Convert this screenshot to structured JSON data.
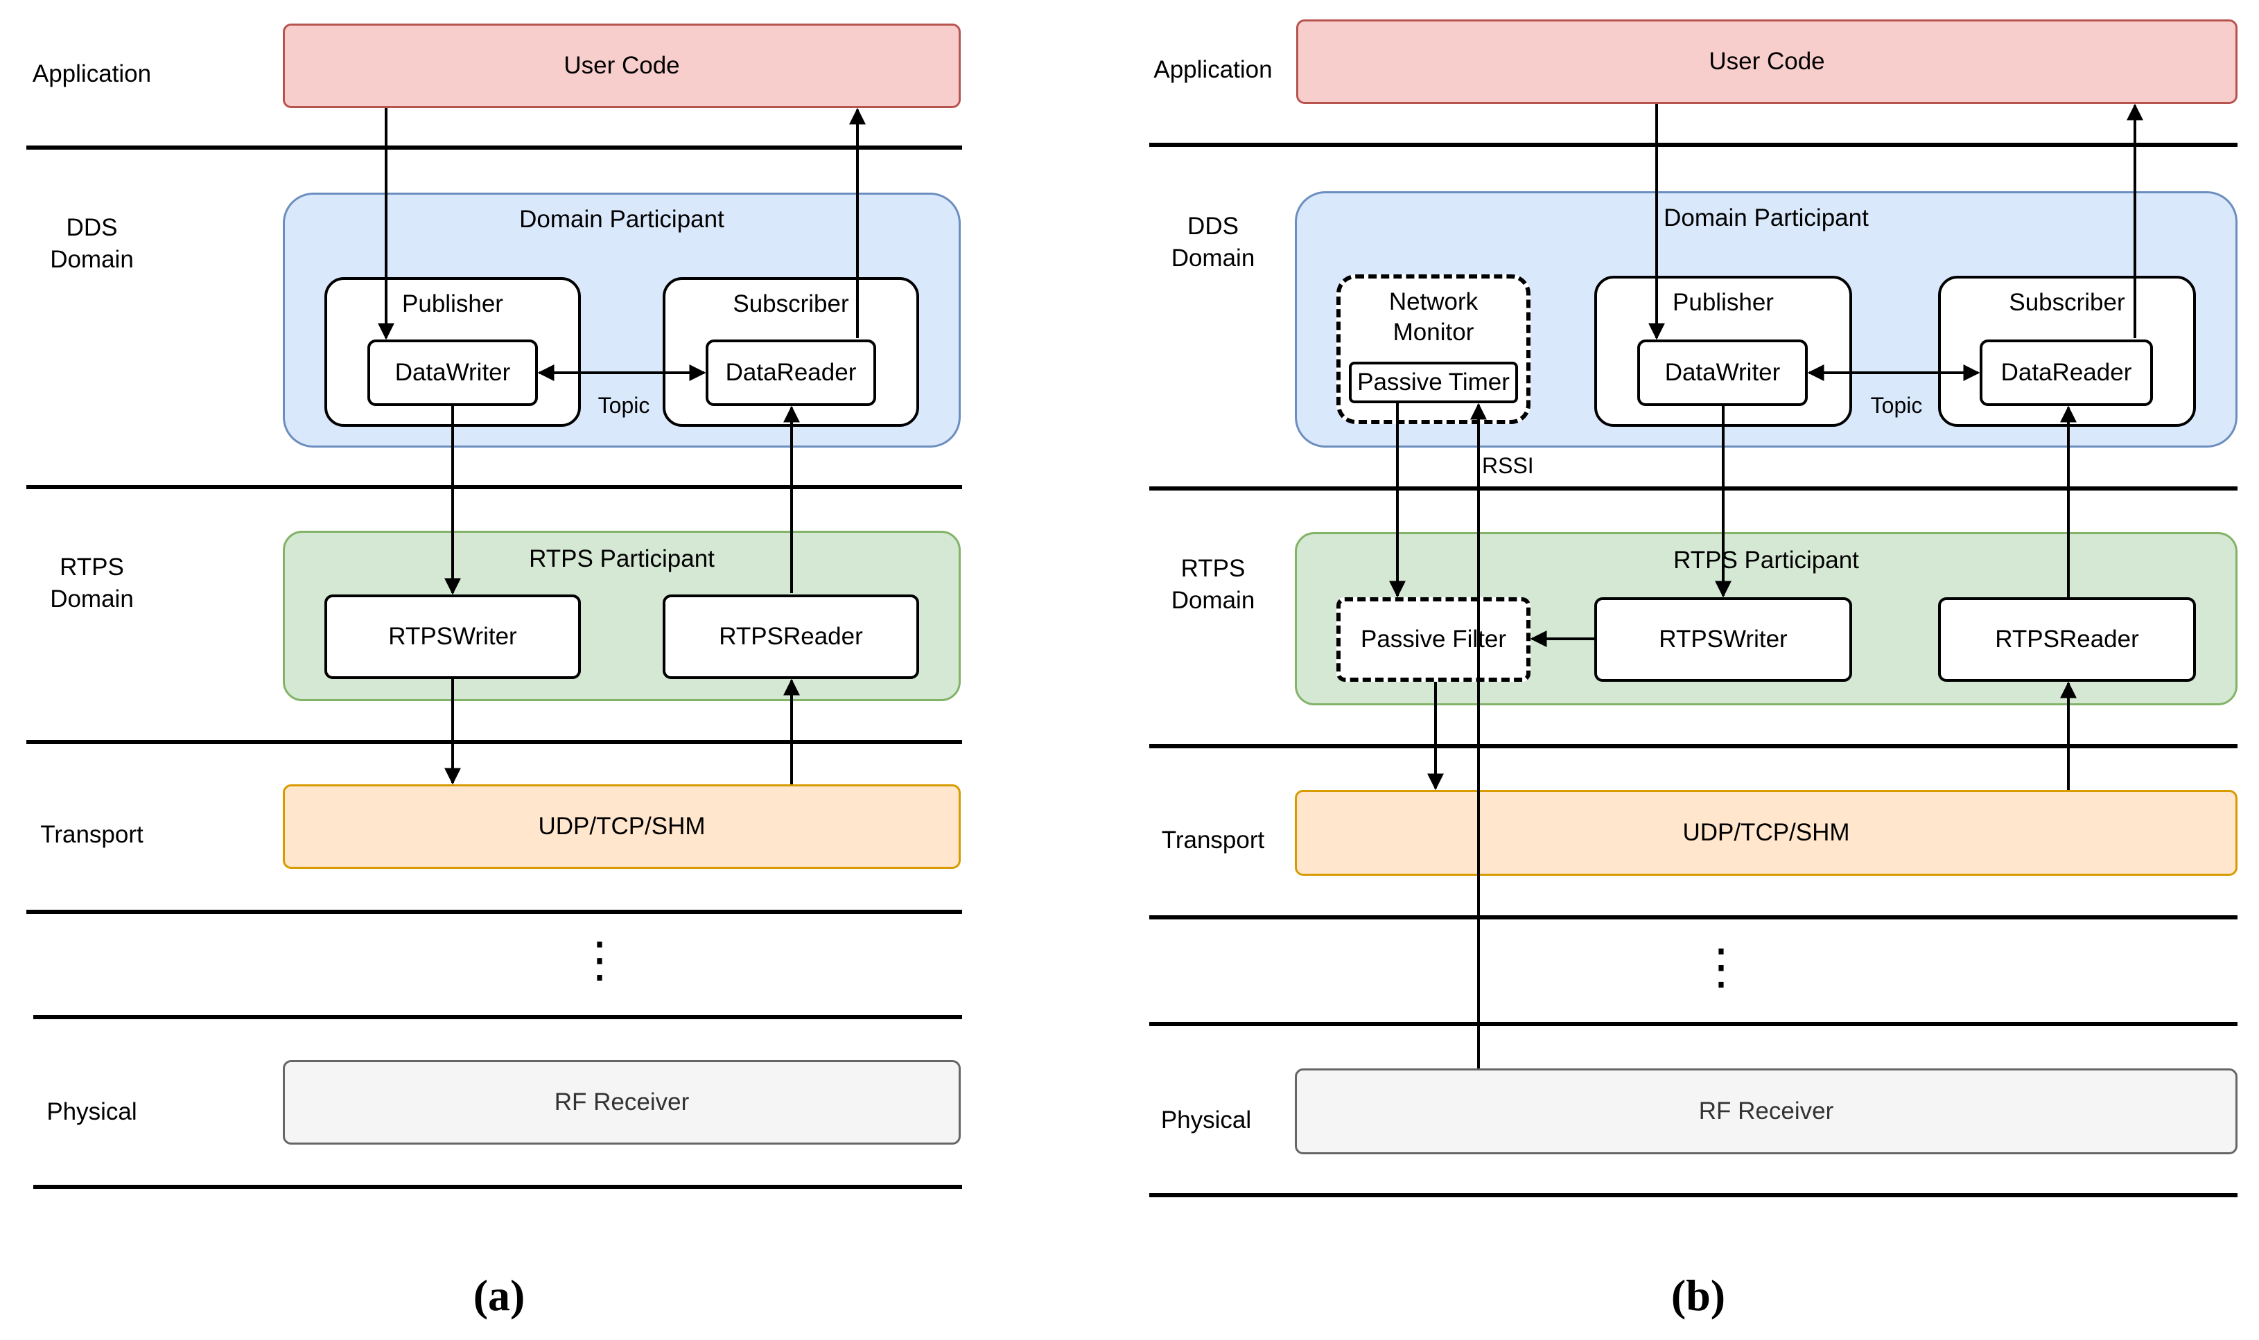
{
  "layers": {
    "application": "Application",
    "dds_domain": [
      "DDS",
      "Domain"
    ],
    "rtps_domain": [
      "RTPS",
      "Domain"
    ],
    "transport": "Transport",
    "physical": "Physical",
    "ellipsis": "⋮"
  },
  "components": {
    "user_code": "User Code",
    "domain_participant": "Domain Participant",
    "publisher": "Publisher",
    "subscriber": "Subscriber",
    "data_writer": "DataWriter",
    "data_reader": "DataReader",
    "topic": "Topic",
    "rtps_participant": "RTPS Participant",
    "rtps_writer": "RTPSWriter",
    "rtps_reader": "RTPSReader",
    "transport_protocols": "UDP/TCP/SHM",
    "rf_receiver": "RF Receiver",
    "network_monitor": [
      "Network",
      "Monitor"
    ],
    "passive_timer": "Passive Timer",
    "passive_filter": "Passive Filter",
    "rssi": "RSSI"
  },
  "captions": {
    "a": "(a)",
    "b": "(b)"
  },
  "colors": {
    "application_fill": "#f8cecc",
    "application_stroke": "#b85450",
    "dds_fill": "#dae8fc",
    "dds_stroke": "#6c8ebf",
    "rtps_fill": "#d5e8d4",
    "rtps_stroke": "#82b366",
    "transport_fill": "#ffe6cc",
    "transport_stroke": "#d79b00",
    "physical_fill": "#f5f5f5",
    "physical_stroke": "#666666",
    "physical_text": "#333333"
  }
}
